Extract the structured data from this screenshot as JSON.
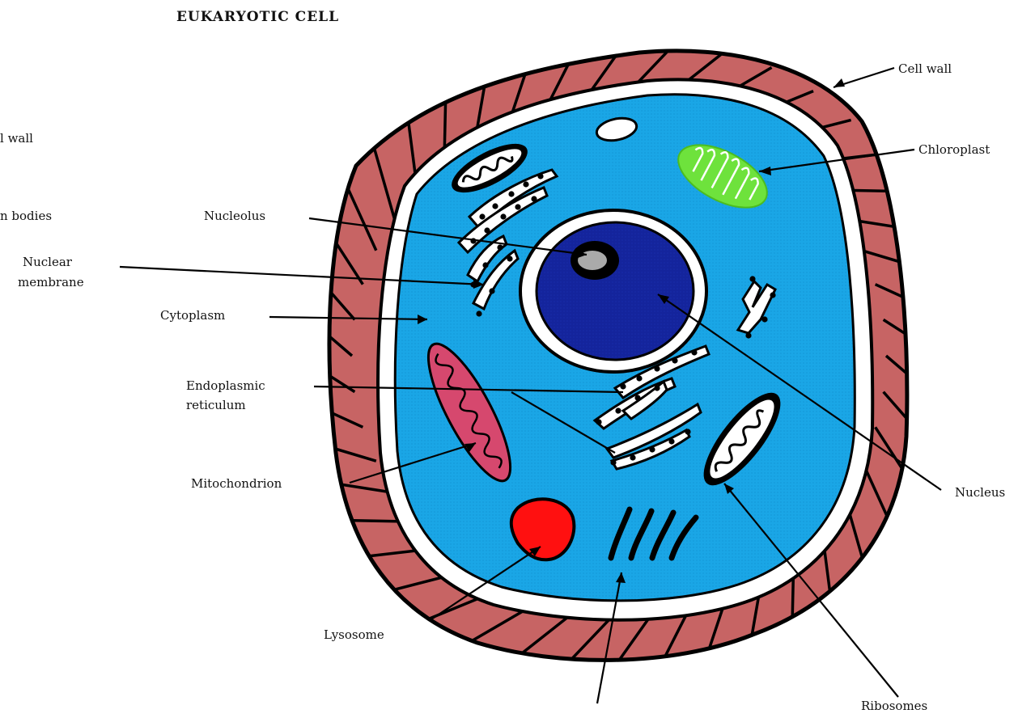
{
  "title": "EUKARYOTIC CELL",
  "labels": {
    "cell_wall_left": "l wall",
    "bodies_left": "n bodies",
    "nucleolus": "Nucleolus",
    "nuclear_membrane_1": "Nuclear",
    "nuclear_membrane_2": "membrane",
    "cytoplasm": "Cytoplasm",
    "er_1": "Endoplasmic",
    "er_2": "reticulum",
    "mitochondrion": "Mitochondrion",
    "lysosome": "Lysosome",
    "cell_wall": "Cell wall",
    "chloroplast": "Chloroplast",
    "nucleus": "Nucleus",
    "ribosomes": "Ribosomes"
  },
  "colors": {
    "cell_wall": "#c76464",
    "cytoplasm": "#1aa6e6",
    "nucleus": "#14249c",
    "chloroplast": "#6ee23c",
    "mitochondrion": "#d6486e",
    "lysosome": "#ff1010",
    "membrane": "#ffffff",
    "outline": "#000000"
  }
}
